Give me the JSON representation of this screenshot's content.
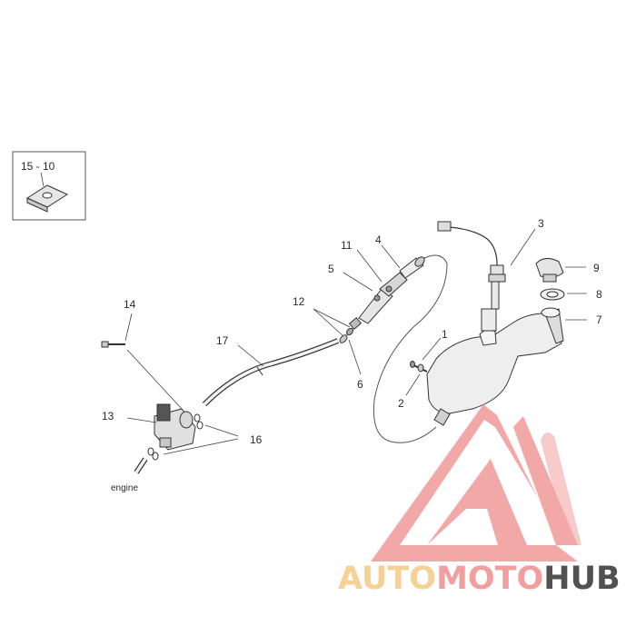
{
  "inset": {
    "label": "15 - 10"
  },
  "callouts": {
    "c1": "1",
    "c2": "2",
    "c3": "3",
    "c4": "4",
    "c5": "5",
    "c6": "6",
    "c7": "7",
    "c8": "8",
    "c9": "9",
    "c11": "11",
    "c12": "12",
    "c13": "13",
    "c14": "14",
    "c16": "16",
    "c17": "17"
  },
  "engine_label": "engine",
  "watermark": {
    "part1": "AUTO",
    "part2": "MOTO",
    "part3": "HUB",
    "colors": {
      "auto": "#f5c982",
      "moto": "#f08e8e",
      "hub": "#333333",
      "logo": "#f29a9a"
    }
  }
}
